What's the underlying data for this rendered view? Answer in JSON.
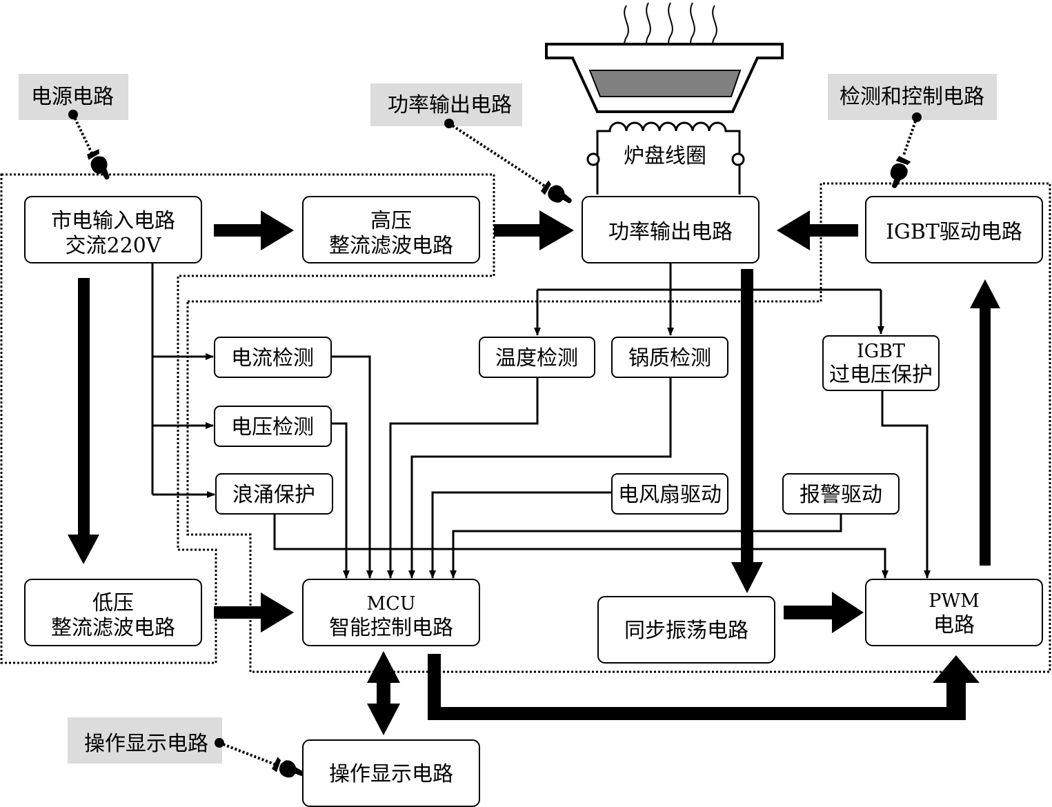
{
  "callouts": {
    "power_supply": "电源电路",
    "power_output": "功率输出电路",
    "detect_control": "检测和控制电路",
    "operation_display": "操作显示电路"
  },
  "coil_label": "炉盘线圈",
  "blocks": {
    "mains_input": [
      "市电输入电路",
      "交流220V"
    ],
    "hv_rectifier": [
      "高压",
      "整流滤波电路"
    ],
    "power_output": "功率输出电路",
    "igbt_driver": "IGBT驱动电路",
    "current_detect": "电流检测",
    "voltage_detect": "电压检测",
    "surge_protect": "浪涌保护",
    "temp_detect": "温度检测",
    "pot_detect": "锅质检测",
    "igbt_ovp": [
      "IGBT",
      "过电压保护"
    ],
    "fan_driver": "电风扇驱动",
    "alarm_driver": "报警驱动",
    "lv_rectifier": [
      "低压",
      "整流滤波电路"
    ],
    "mcu": [
      "MCU",
      "智能控制电路"
    ],
    "sync_osc": "同步振荡电路",
    "pwm": [
      "PWM",
      "电路"
    ],
    "op_display": "操作显示电路"
  }
}
